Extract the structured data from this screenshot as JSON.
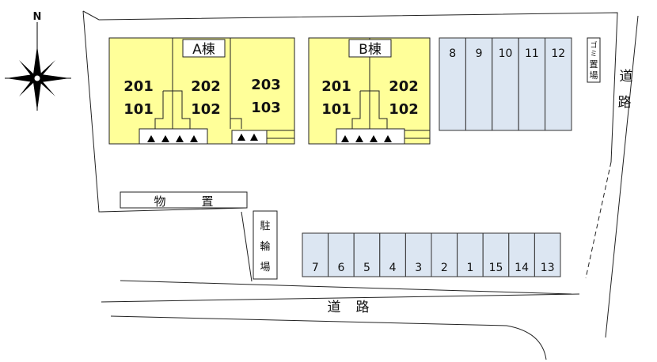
{
  "compass": {
    "north_label": "N",
    "icon": "compass-rose-icon"
  },
  "building_a": {
    "title": "A棟",
    "units": [
      "201",
      "101",
      "202",
      "102",
      "203",
      "103"
    ]
  },
  "building_b": {
    "title": "B棟",
    "units": [
      "201",
      "101",
      "202",
      "102"
    ]
  },
  "parking_top": [
    "8",
    "9",
    "10",
    "11",
    "12"
  ],
  "parking_bottom": [
    "7",
    "6",
    "5",
    "4",
    "3",
    "2",
    "1",
    "15",
    "14",
    "13"
  ],
  "storage": {
    "chars": [
      "物",
      "置"
    ]
  },
  "bicycle_parking": {
    "chars": [
      "駐",
      "輪",
      "場"
    ]
  },
  "garbage": {
    "chars": [
      "ゴ",
      "ミ",
      "置",
      "場"
    ]
  },
  "road_right": {
    "chars": [
      "道",
      "路"
    ]
  },
  "road_bottom": {
    "chars": [
      "道",
      "路"
    ]
  },
  "colors": {
    "building_fill": "#ffff99",
    "parking_fill": "#dce6f2",
    "outline": "#222222"
  }
}
